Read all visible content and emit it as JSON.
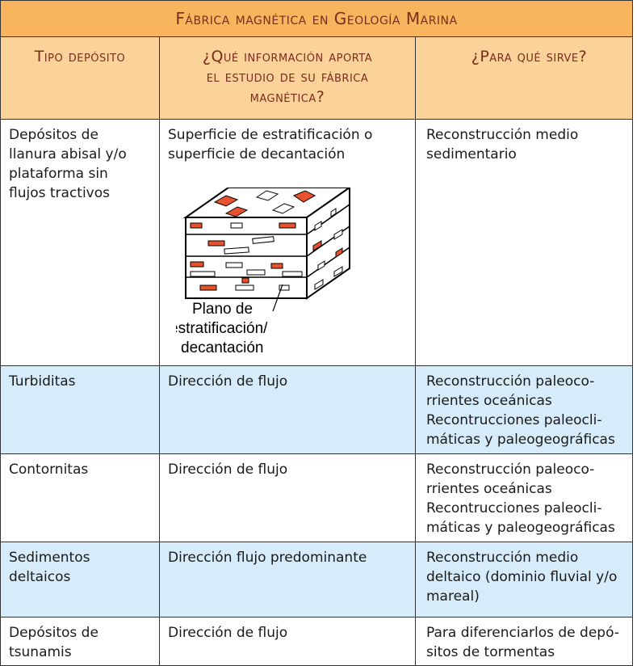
{
  "table": {
    "title": "Fábrica magnética en Geología Marina",
    "headers": [
      [
        "Tipo depósito"
      ],
      [
        "¿Qué información aporta",
        "el estudio de su fábrica",
        "magnética?"
      ],
      [
        "¿Para qué sirve?"
      ]
    ],
    "rows": [
      {
        "tipo": [
          "Depósitos de",
          "llanura abisal y/o",
          "plataforma sin",
          "flujos tractivos"
        ],
        "info": [
          "Superficie de estratificación o",
          "superficie de decantación"
        ],
        "uso": [
          "Reconstrucción medio",
          "sedimentario"
        ]
      },
      {
        "tipo": [
          "Turbiditas"
        ],
        "info": [
          "Dirección de flujo"
        ],
        "uso": [
          "Reconstrucción paleoco-",
          "rrientes oceánicas",
          "Recontrucciones paleocli-",
          "máticas y paleogeográficas"
        ]
      },
      {
        "tipo": [
          "Contornitas"
        ],
        "info": [
          "Dirección de flujo"
        ],
        "uso": [
          "Reconstrucción paleoco-",
          "rrientes oceánicas",
          "Recontrucciones paleocli-",
          "máticas y paleogeográficas"
        ]
      },
      {
        "tipo": [
          "Sedimentos",
          "deltaicos"
        ],
        "info": [
          "Dirección flujo predominante"
        ],
        "uso": [
          "Reconstrucción medio",
          "deltaico (dominio fluvial y/o",
          "mareal)"
        ]
      },
      {
        "tipo": [
          "Depósitos de",
          "tsunamis"
        ],
        "info": [
          "Dirección de flujo"
        ],
        "uso": [
          "Para diferenciarlos de depó-",
          "sitos de tormentas"
        ]
      }
    ]
  },
  "diagram": {
    "label_lines": [
      "Plano de",
      "estratificación/",
      "decantación"
    ],
    "grain_colors": {
      "oriented": "#e8522c",
      "outline": "#ffffff"
    }
  },
  "colors": {
    "title_bg": "#f9b55e",
    "header_bg": "#fbd29a",
    "header_text": "#7a2c1d",
    "row_blue": "#d6ecfa"
  }
}
